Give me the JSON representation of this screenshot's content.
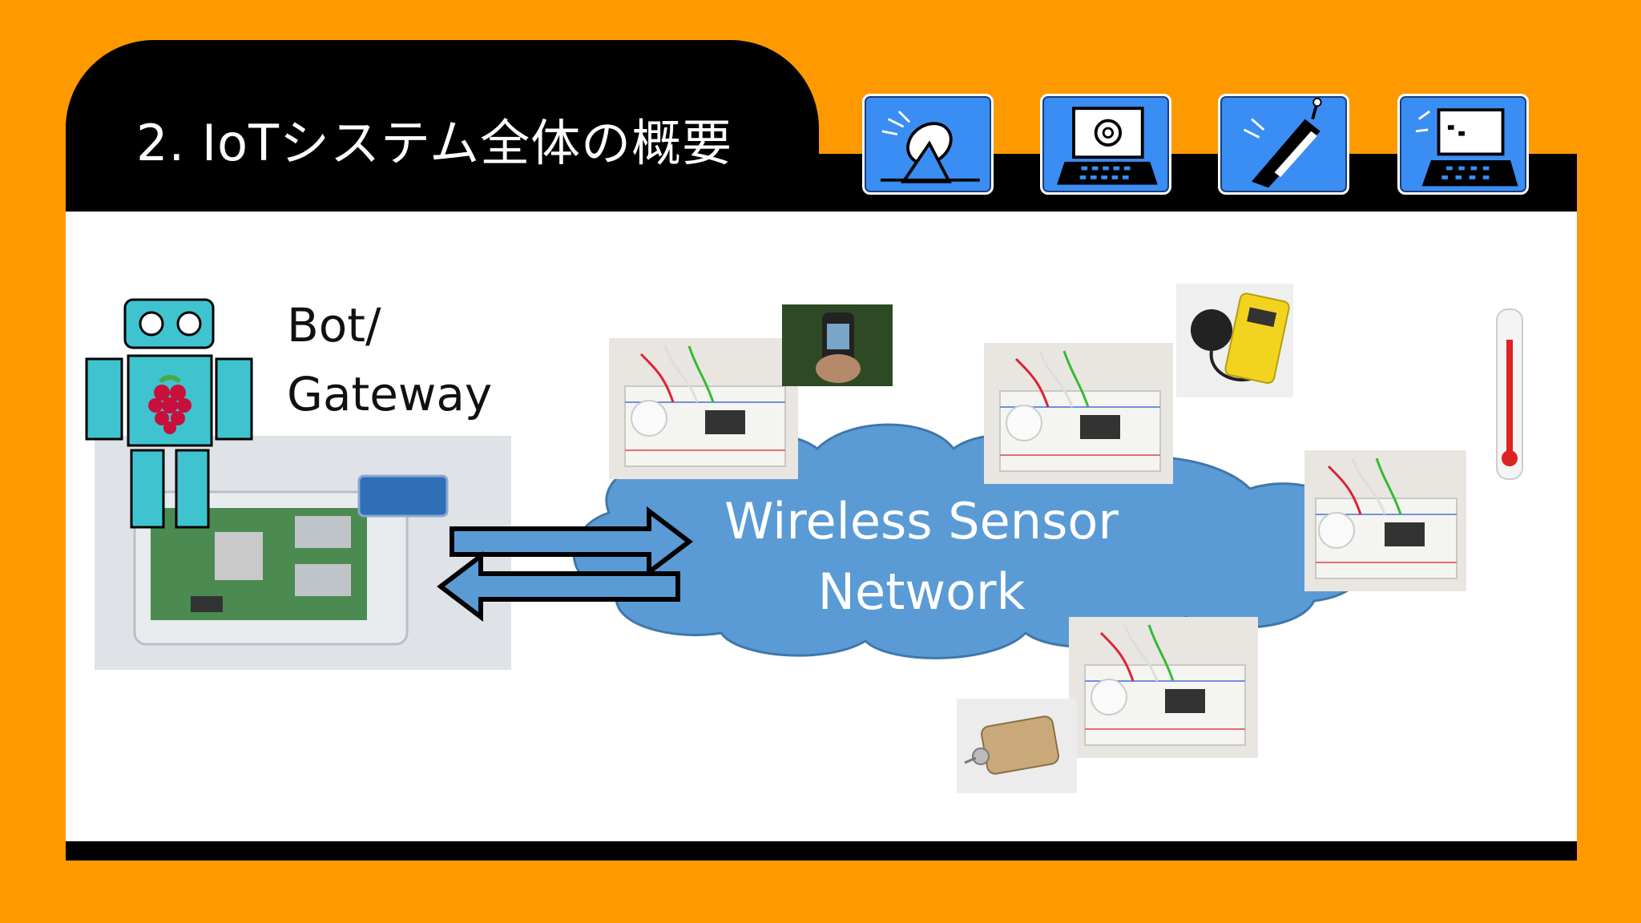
{
  "slide": {
    "title": "2. IoTシステム全体の概要"
  },
  "nav_icons": [
    {
      "name": "satellite-dish-icon"
    },
    {
      "name": "email-computer-icon"
    },
    {
      "name": "mobile-phone-icon"
    },
    {
      "name": "laptop-computer-icon"
    }
  ],
  "diagram": {
    "gateway_label_line1": "Bot/",
    "gateway_label_line2": "Gateway",
    "cloud_label_line1": "Wireless Sensor",
    "cloud_label_line2": "Network"
  },
  "colors": {
    "frame": "#FF9900",
    "header": "#000000",
    "icon_blue": "#3A8DF2",
    "cloud": "#5B9BD5",
    "arrow": "#5B9BD5",
    "robot": "#3FC4CF"
  }
}
